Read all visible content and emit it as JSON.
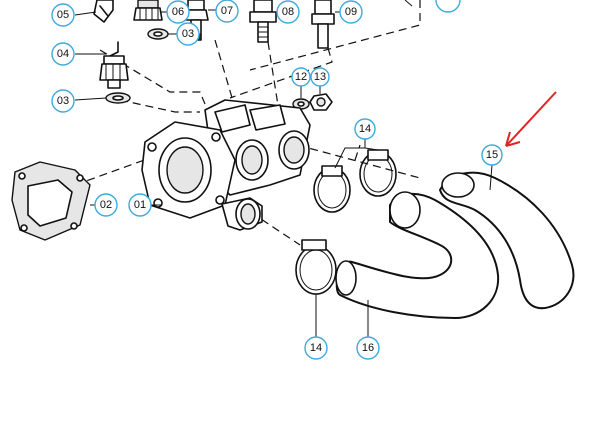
{
  "callouts": [
    {
      "id": "c05",
      "label": "05"
    },
    {
      "id": "c06",
      "label": "06"
    },
    {
      "id": "c07",
      "label": "07"
    },
    {
      "id": "c08",
      "label": "08"
    },
    {
      "id": "c09",
      "label": "09"
    },
    {
      "id": "c03a",
      "label": "03"
    },
    {
      "id": "c04",
      "label": "04"
    },
    {
      "id": "c03b",
      "label": "03"
    },
    {
      "id": "c12",
      "label": "12"
    },
    {
      "id": "c13",
      "label": "13"
    },
    {
      "id": "c14a",
      "label": "14"
    },
    {
      "id": "c15",
      "label": "15"
    },
    {
      "id": "c02",
      "label": "02"
    },
    {
      "id": "c01",
      "label": "01"
    },
    {
      "id": "c14b",
      "label": "14"
    },
    {
      "id": "c16",
      "label": "16"
    }
  ],
  "colors": {
    "callout_ring": "#3fa9dc",
    "highlight_arrow": "#e02424",
    "ink": "#111111"
  }
}
